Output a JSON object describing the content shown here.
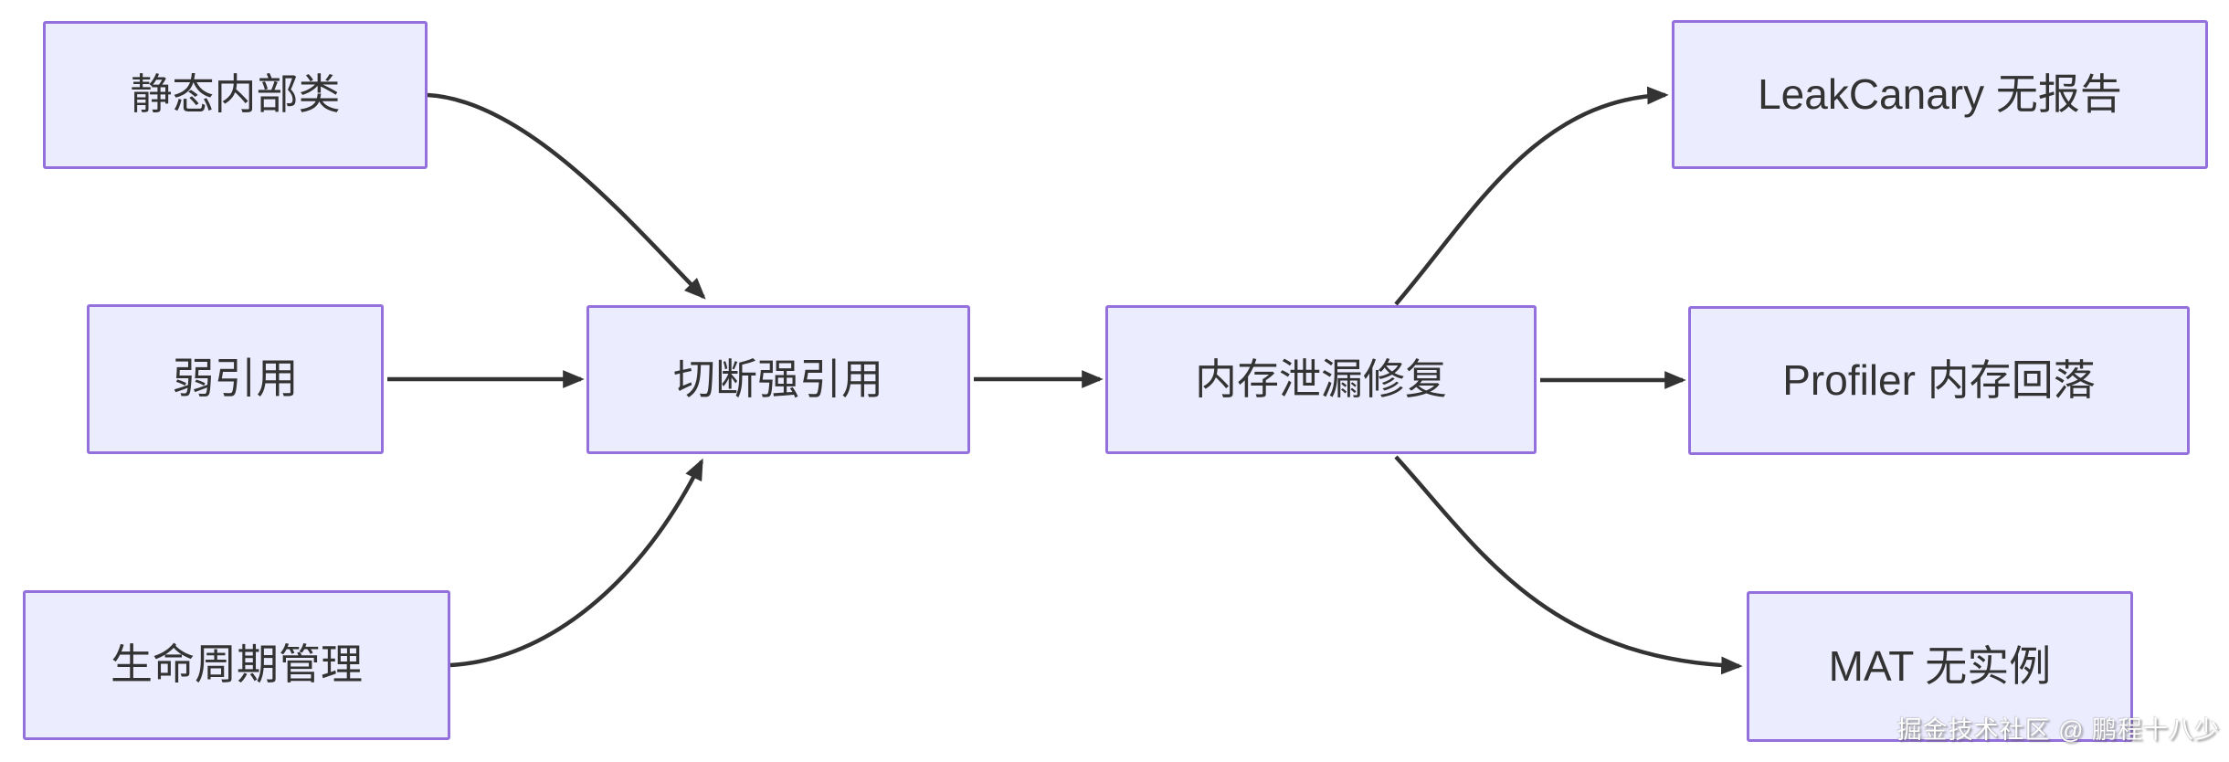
{
  "diagram": {
    "nodes": [
      {
        "id": "static-inner-class",
        "label": "静态内部类"
      },
      {
        "id": "weak-reference",
        "label": "弱引用"
      },
      {
        "id": "lifecycle-management",
        "label": "生命周期管理"
      },
      {
        "id": "cut-strong-reference",
        "label": "切断强引用"
      },
      {
        "id": "memory-leak-fix",
        "label": "内存泄漏修复"
      },
      {
        "id": "leakcanary-no-report",
        "label": "LeakCanary 无报告"
      },
      {
        "id": "profiler-memory-drop",
        "label": "Profiler 内存回落"
      },
      {
        "id": "mat-no-instance",
        "label": "MAT 无实例"
      }
    ],
    "edges": [
      {
        "from": "static-inner-class",
        "to": "cut-strong-reference"
      },
      {
        "from": "weak-reference",
        "to": "cut-strong-reference"
      },
      {
        "from": "lifecycle-management",
        "to": "cut-strong-reference"
      },
      {
        "from": "cut-strong-reference",
        "to": "memory-leak-fix"
      },
      {
        "from": "memory-leak-fix",
        "to": "leakcanary-no-report"
      },
      {
        "from": "memory-leak-fix",
        "to": "profiler-memory-drop"
      },
      {
        "from": "memory-leak-fix",
        "to": "mat-no-instance"
      }
    ],
    "colors": {
      "node_fill": "#ECECFF",
      "node_border": "#9370DB",
      "edge": "#333333",
      "text": "#333333",
      "background": "#FFFFFF"
    }
  },
  "watermark": {
    "text": "掘金技术社区 @ 鹏程十八少"
  }
}
